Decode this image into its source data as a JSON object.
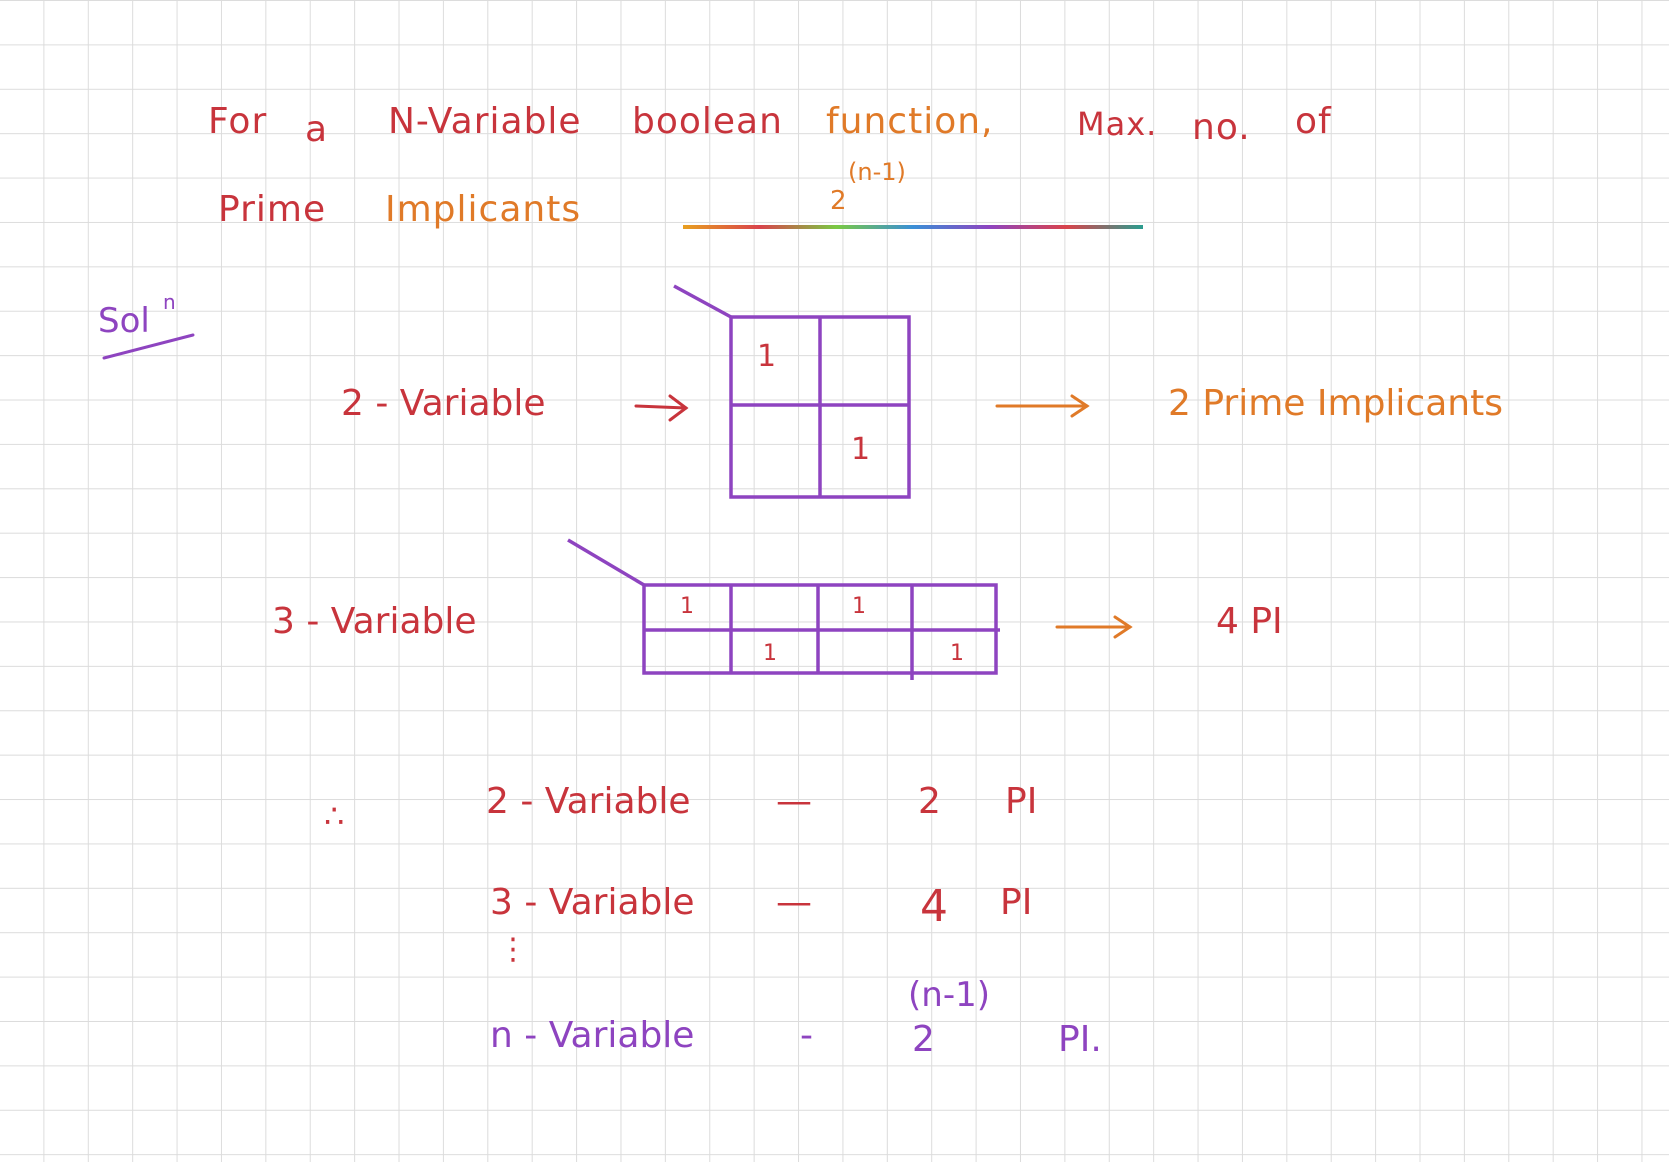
{
  "question": {
    "line1": [
      "For",
      "a",
      "N-Variable",
      "boolean",
      "function,",
      "Max.",
      "no.",
      "of"
    ],
    "line2": [
      "Prime",
      "Implicants"
    ],
    "answer_base": "2",
    "answer_exp": "(n-1)"
  },
  "solution": {
    "label_main": "Sol",
    "label_sup": "n"
  },
  "example_2var": {
    "label": "2 - Variable",
    "arrow": "→",
    "cells": [
      "1",
      "",
      "",
      "1"
    ],
    "result_arrow": "⟶",
    "result": "2  Prime Implicants"
  },
  "example_3var": {
    "label": "3 - Variable",
    "cells": [
      "1",
      "",
      "1",
      "",
      "",
      "1",
      "",
      "1"
    ],
    "result_arrow": "⟶",
    "result": "4  PI"
  },
  "summary": {
    "therefore": "∴",
    "rows": [
      {
        "label": "2 - Variable",
        "dash": "—",
        "count": "2",
        "unit": "PI"
      },
      {
        "label": "3 - Variable",
        "dash": "—",
        "count": "4",
        "unit": "PI"
      },
      {
        "label": "n - Variable",
        "dash": "-",
        "count": "2",
        "exp": "(n-1)",
        "unit": "PI."
      }
    ],
    "vdots": "⋮"
  },
  "colors": {
    "red": "#c8343c",
    "orange": "#e07a28",
    "purple": "#8e44c0",
    "grid": "#dcdcdc"
  }
}
